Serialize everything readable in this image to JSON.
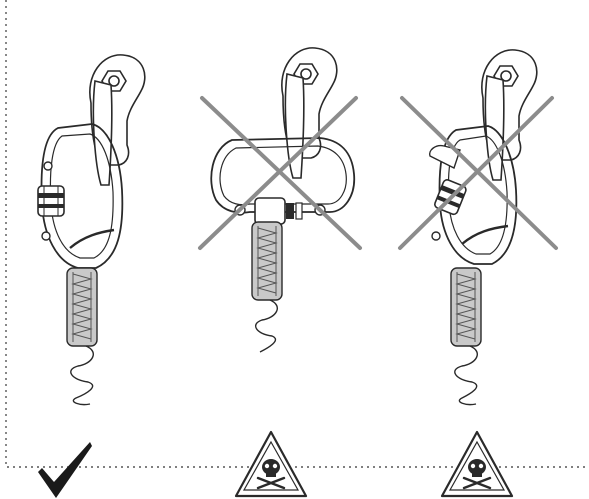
{
  "colors": {
    "line": "#2a2a2a",
    "cross": "#8c8c8c",
    "sling_fill": "#c9c9c9",
    "border": "#555555",
    "check": "#1a1a1a",
    "background": "#ffffff"
  },
  "panels": [
    {
      "verdict": "correct",
      "symbol": "check-icon"
    },
    {
      "verdict": "incorrect",
      "symbol": "danger-triangle-skull-icon"
    },
    {
      "verdict": "incorrect",
      "symbol": "danger-triangle-skull-icon"
    }
  ]
}
